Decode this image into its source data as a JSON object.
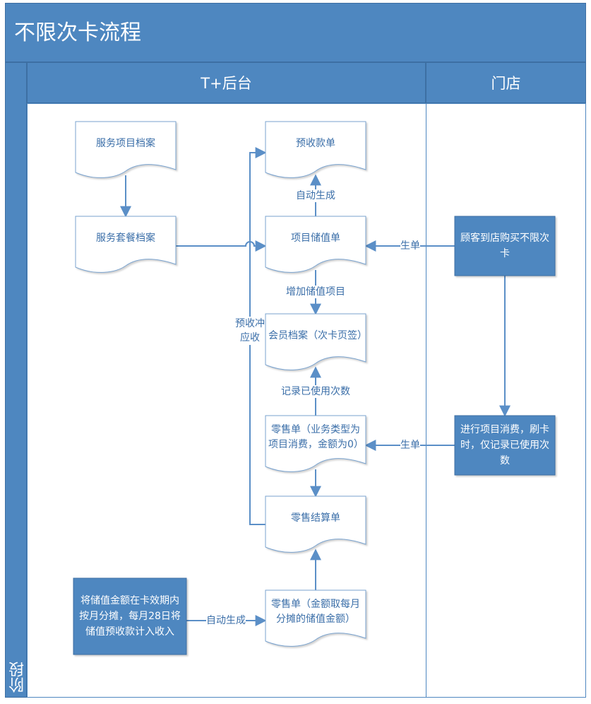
{
  "title": "不限次卡流程",
  "stage_label": "阶段",
  "lanes": [
    {
      "id": "backend",
      "label": "T+后台"
    },
    {
      "id": "store",
      "label": "门店"
    }
  ],
  "nodes": [
    {
      "id": "service_item",
      "kind": "document",
      "label": "服务项目档案"
    },
    {
      "id": "service_package",
      "kind": "document",
      "label": "服务套餐档案"
    },
    {
      "id": "prepay",
      "kind": "document",
      "label": "预收款单"
    },
    {
      "id": "stored_value",
      "kind": "document",
      "label": "项目储值单"
    },
    {
      "id": "member",
      "kind": "document",
      "label": "会员档案（次卡页签）"
    },
    {
      "id": "retail_zero",
      "kind": "document",
      "label": "零售单（业务类型为项目消费，金额为0）"
    },
    {
      "id": "retail_settle",
      "kind": "document",
      "label": "零售结算单"
    },
    {
      "id": "retail_monthly",
      "kind": "document",
      "label": "零售单（金额取每月分摊的储值金额）"
    },
    {
      "id": "buy_card",
      "kind": "process",
      "label": "顾客到店购买不限次卡"
    },
    {
      "id": "consume",
      "kind": "process",
      "label": "进行项目消费，刷卡时，仅记录已使用次数"
    },
    {
      "id": "amortize",
      "kind": "process",
      "label": "将储值金额在卡效期内按月分摊，每月28日将储值预收款计入收入"
    }
  ],
  "edges": [
    {
      "id": "e1",
      "from": "service_item",
      "to": "service_package",
      "label": ""
    },
    {
      "id": "e2",
      "from": "service_package",
      "to": "stored_value",
      "label": ""
    },
    {
      "id": "e3",
      "from": "stored_value",
      "to": "prepay",
      "label": "自动生成"
    },
    {
      "id": "e4",
      "from": "buy_card",
      "to": "stored_value",
      "label": "生单"
    },
    {
      "id": "e5",
      "from": "stored_value",
      "to": "member",
      "label": "增加储值项目"
    },
    {
      "id": "e6",
      "from": "retail_zero",
      "to": "member",
      "label": "记录已使用次数"
    },
    {
      "id": "e7",
      "from": "consume",
      "to": "retail_zero",
      "label": "生单"
    },
    {
      "id": "e8",
      "from": "retail_zero",
      "to": "retail_settle",
      "label": ""
    },
    {
      "id": "e9",
      "from": "retail_settle",
      "to": "prepay",
      "label": "预收冲应收"
    },
    {
      "id": "e10",
      "from": "buy_card",
      "to": "consume",
      "label": ""
    },
    {
      "id": "e11",
      "from": "amortize",
      "to": "retail_monthly",
      "label": "自动生成"
    },
    {
      "id": "e12",
      "from": "retail_monthly",
      "to": "retail_settle",
      "label": ""
    }
  ],
  "colors": {
    "band": "#4e87c0",
    "line": "#5b8fc7",
    "process": "#4e87c0",
    "text": "#3a6ea8"
  }
}
